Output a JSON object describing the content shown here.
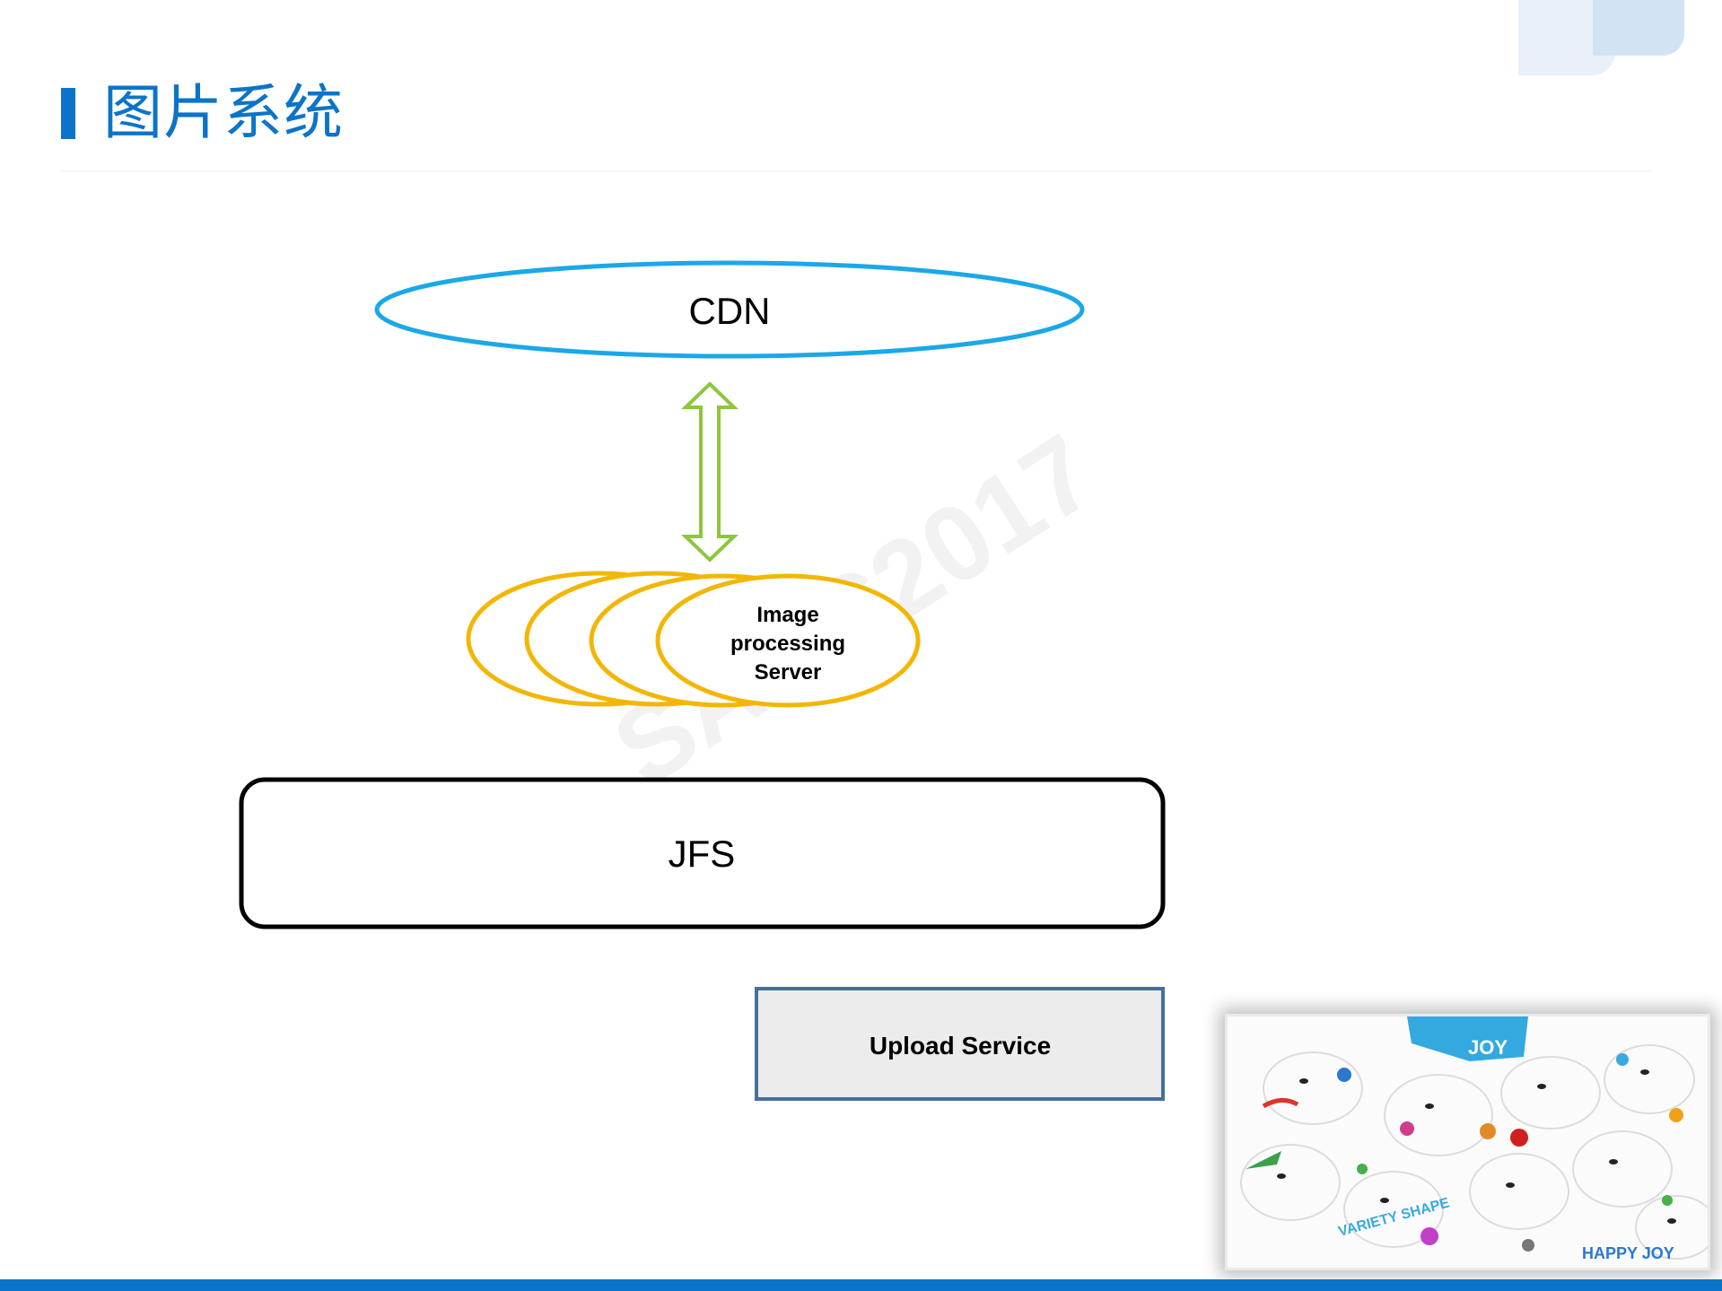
{
  "slide": {
    "title": "图片系统",
    "accent_color": "#0c74c8"
  },
  "diagram": {
    "nodes": {
      "cdn": "CDN",
      "image_server": [
        "Image",
        "processing",
        "Server"
      ],
      "jfs": "JFS",
      "upload_service": "Upload Service"
    },
    "watermark": "SACC2017",
    "colors": {
      "cdn_stroke": "#1ba8e8",
      "arrow_stroke": "#8dc63f",
      "server_stroke": "#f2b705",
      "jfs_stroke": "#000000",
      "upload_stroke": "#466fa0",
      "upload_fill": "#ececec"
    }
  },
  "thumbnail": {
    "texts": [
      "VARIETY SHAPE",
      "JOY",
      "HAPPY JOY"
    ]
  }
}
